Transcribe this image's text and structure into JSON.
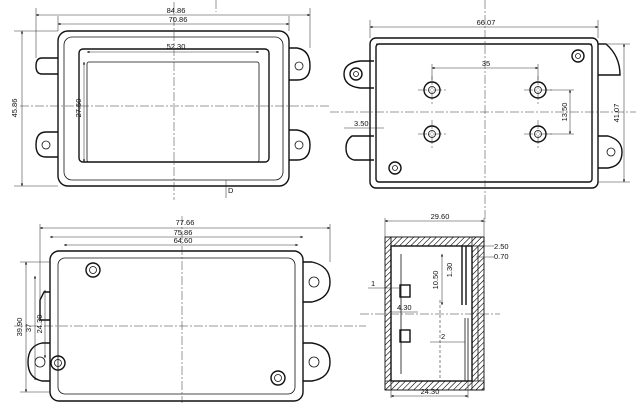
{
  "front_view": {
    "dims": {
      "overall_width": "84.86",
      "body_width": "70.86",
      "window_width": "52.30",
      "window_height": "27.50",
      "overall_height": "45.86"
    },
    "marker": "D"
  },
  "top_view": {
    "dims": {
      "length": "66.07",
      "hole_spacing_x": "35",
      "hole_spacing_y": "13.50",
      "height": "41.07",
      "offset": "3.50"
    }
  },
  "back_view": {
    "dims": {
      "overall_width": "77.66",
      "outer_width": "75.86",
      "inner_width": "64.60",
      "overall_height": "39.90",
      "mid_height": "37",
      "inner_height": "24.30"
    }
  },
  "section_view": {
    "dims": {
      "depth": "29.60",
      "lid_thickness": "2.50",
      "lip": "0.70",
      "boss_height": "10.50",
      "boss_gap": "1.30",
      "tab": "1",
      "tab_width": "4.30",
      "slot": "2",
      "inner_depth": "24.30"
    }
  }
}
